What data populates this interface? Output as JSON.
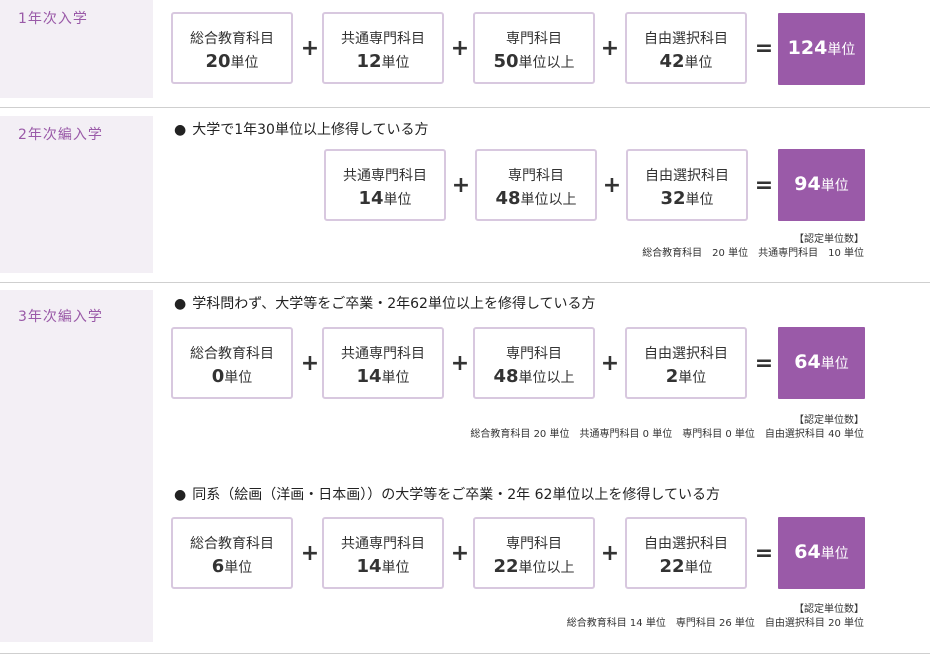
{
  "sections": [
    {
      "label": "1年次入学",
      "heading": "",
      "boxes": [
        {
          "name": "総合教育科目",
          "num": "20",
          "unit": "単位"
        },
        {
          "name": "共通専門科目",
          "num": "12",
          "unit": "単位"
        },
        {
          "name": "専門科目",
          "num": "50",
          "unit": "単位以上"
        },
        {
          "name": "自由選択科目",
          "num": "42",
          "unit": "単位"
        }
      ],
      "total": {
        "num": "124",
        "unit": "単位"
      }
    },
    {
      "label": "2年次編入学",
      "heading": "大学で1年30単位以上修得している方",
      "boxes": [
        {
          "name": "共通専門科目",
          "num": "14",
          "unit": "単位"
        },
        {
          "name": "専門科目",
          "num": "48",
          "unit": "単位以上"
        },
        {
          "name": "自由選択科目",
          "num": "32",
          "unit": "単位"
        }
      ],
      "total": {
        "num": "94",
        "unit": "単位"
      },
      "note_title": "【認定単位数】",
      "note_text": "総合教育科目　20 単位　共通専門科目　10 単位"
    },
    {
      "label": "3年次編入学",
      "groups": [
        {
          "heading": "学科問わず、大学等をご卒業・2年62単位以上を修得している方",
          "boxes": [
            {
              "name": "総合教育科目",
              "num": "0",
              "unit": "単位"
            },
            {
              "name": "共通専門科目",
              "num": "14",
              "unit": "単位"
            },
            {
              "name": "専門科目",
              "num": "48",
              "unit": "単位以上"
            },
            {
              "name": "自由選択科目",
              "num": "2",
              "unit": "単位"
            }
          ],
          "total": {
            "num": "64",
            "unit": "単位"
          },
          "note_title": "【認定単位数】",
          "note_text": "総合教育科目 20 単位　共通専門科目 0 単位　専門科目 0 単位　自由選択科目 40 単位"
        },
        {
          "heading": "同系（絵画（洋画・日本画））の大学等をご卒業・2年 62単位以上を修得している方",
          "boxes": [
            {
              "name": "総合教育科目",
              "num": "6",
              "unit": "単位"
            },
            {
              "name": "共通専門科目",
              "num": "14",
              "unit": "単位"
            },
            {
              "name": "専門科目",
              "num": "22",
              "unit": "単位以上"
            },
            {
              "name": "自由選択科目",
              "num": "22",
              "unit": "単位"
            }
          ],
          "total": {
            "num": "64",
            "unit": "単位"
          },
          "note_title": "【認定単位数】",
          "note_text": "総合教育科目 14 単位　専門科目 26 単位　自由選択科目 20 単位"
        }
      ]
    }
  ],
  "symbols": {
    "plus": "+",
    "equals": "=",
    "bullet": "●"
  },
  "colors": {
    "accent": "#9a5aa8",
    "label_bg": "#f3eff5",
    "box_border": "#d8c8df"
  }
}
